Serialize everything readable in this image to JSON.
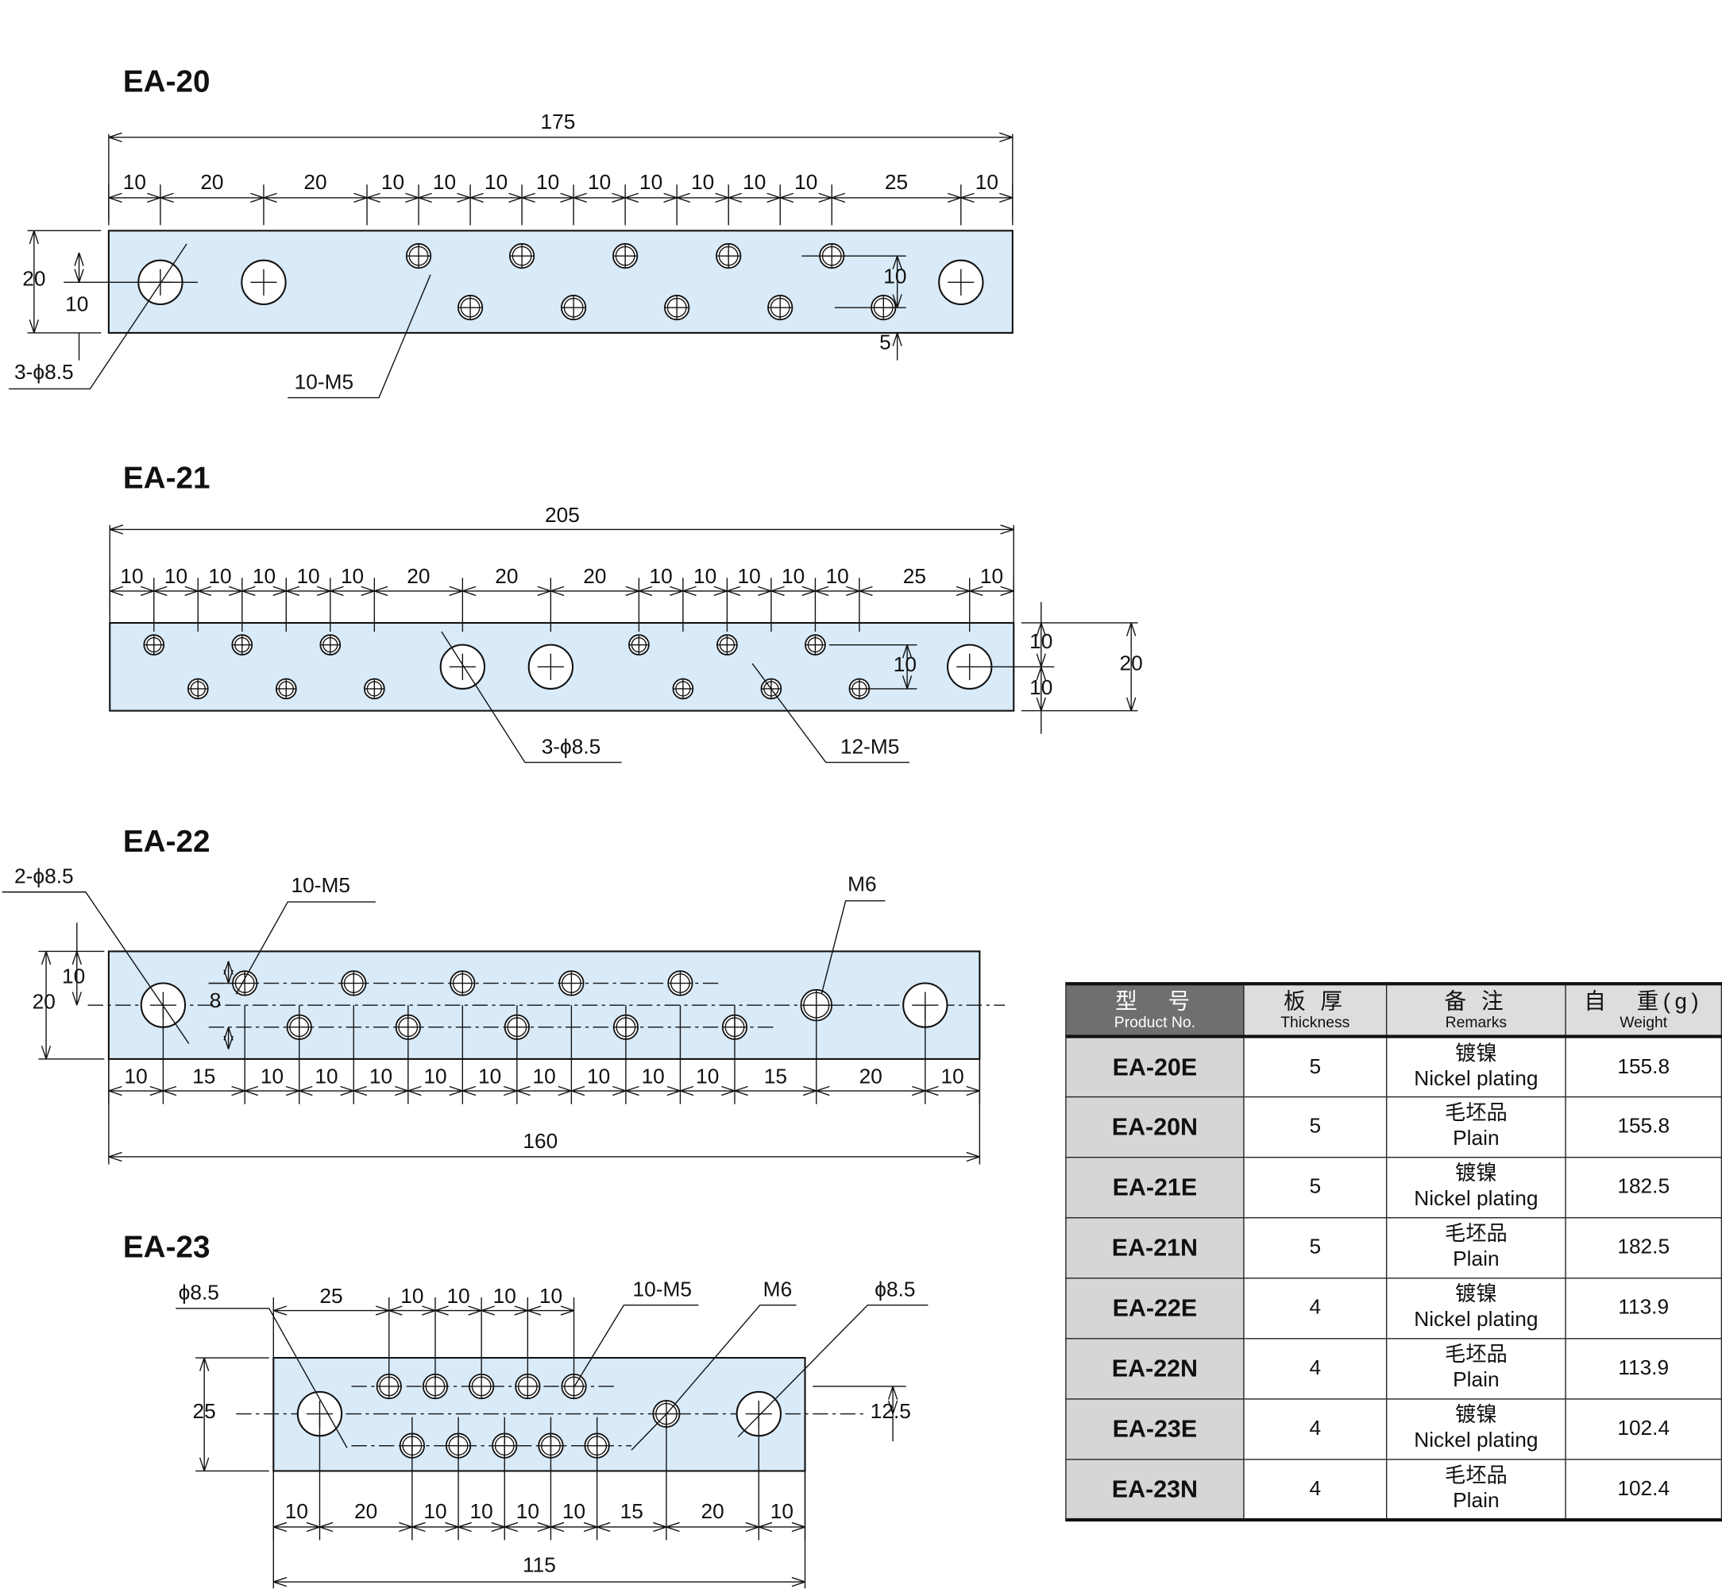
{
  "drawings": {
    "ea20": {
      "title": "EA-20",
      "overall": "175",
      "top_dims": [
        "10",
        "20",
        "20",
        "10",
        "10",
        "10",
        "10",
        "10",
        "10",
        "10",
        "10",
        "10",
        "25",
        "10"
      ],
      "left_dims": [
        "20",
        "10"
      ],
      "right_dims": [
        "10",
        "5"
      ],
      "callouts": [
        "3-ϕ8.5",
        "10-M5"
      ]
    },
    "ea21": {
      "title": "EA-21",
      "overall": "205",
      "top_dims": [
        "10",
        "10",
        "10",
        "10",
        "10",
        "10",
        "20",
        "20",
        "20",
        "10",
        "10",
        "10",
        "10",
        "10",
        "25",
        "10"
      ],
      "right_dims": [
        "10",
        "10",
        "10",
        "20"
      ],
      "callouts": [
        "3-ϕ8.5",
        "12-M5"
      ]
    },
    "ea22": {
      "title": "EA-22",
      "overall": "160",
      "bottom_dims": [
        "10",
        "15",
        "10",
        "10",
        "10",
        "10",
        "10",
        "10",
        "10",
        "10",
        "10",
        "15",
        "20",
        "10"
      ],
      "left_dims": [
        "10",
        "20",
        "8"
      ],
      "callouts": [
        "2-ϕ8.5",
        "10-M5",
        "M6"
      ]
    },
    "ea23": {
      "title": "EA-23",
      "overall": "115",
      "top_dims": [
        "25",
        "10",
        "10",
        "10",
        "10"
      ],
      "bottom_dims": [
        "10",
        "20",
        "10",
        "10",
        "10",
        "10",
        "15",
        "20",
        "10"
      ],
      "left_dims": [
        "25"
      ],
      "right_dims": [
        "12.5"
      ],
      "callouts": [
        "ϕ8.5",
        "10-M5",
        "M6",
        "ϕ8.5"
      ]
    }
  },
  "table": {
    "headers": [
      {
        "zh": "型　号",
        "en": "Product No."
      },
      {
        "zh": "板 厚",
        "en": "Thickness"
      },
      {
        "zh": "备 注",
        "en": "Remarks"
      },
      {
        "zh": "自　重(g)",
        "en": "Weight"
      }
    ],
    "rows": [
      {
        "product": "EA-20E",
        "thickness": "5",
        "remark_zh": "镀镍",
        "remark_en": "Nickel plating",
        "weight": "155.8"
      },
      {
        "product": "EA-20N",
        "thickness": "5",
        "remark_zh": "毛坯品",
        "remark_en": "Plain",
        "weight": "155.8"
      },
      {
        "product": "EA-21E",
        "thickness": "5",
        "remark_zh": "镀镍",
        "remark_en": "Nickel plating",
        "weight": "182.5"
      },
      {
        "product": "EA-21N",
        "thickness": "5",
        "remark_zh": "毛坯品",
        "remark_en": "Plain",
        "weight": "182.5"
      },
      {
        "product": "EA-22E",
        "thickness": "4",
        "remark_zh": "镀镍",
        "remark_en": "Nickel plating",
        "weight": "113.9"
      },
      {
        "product": "EA-22N",
        "thickness": "4",
        "remark_zh": "毛坯品",
        "remark_en": "Plain",
        "weight": "113.9"
      },
      {
        "product": "EA-23E",
        "thickness": "4",
        "remark_zh": "镀镍",
        "remark_en": "Nickel plating",
        "weight": "102.4"
      },
      {
        "product": "EA-23N",
        "thickness": "4",
        "remark_zh": "毛坯品",
        "remark_en": "Plain",
        "weight": "102.4"
      }
    ]
  },
  "colors": {
    "plate": "#d9eaf8",
    "line": "#111111",
    "header_dark": "#6f6f6f",
    "header_light": "#dddddd"
  }
}
